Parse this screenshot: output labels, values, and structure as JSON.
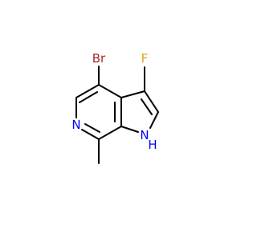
{
  "molecule": {
    "atoms": {
      "br": {
        "symbol": "Br",
        "color": "#a52a2a"
      },
      "f": {
        "symbol": "F",
        "color": "#daa520"
      },
      "n_ring": {
        "symbol": "N",
        "color": "#0000ff"
      },
      "nh": {
        "symbol": "H",
        "color": "#0000ff",
        "n_symbol": "N"
      }
    },
    "bond_color": "#000000"
  }
}
